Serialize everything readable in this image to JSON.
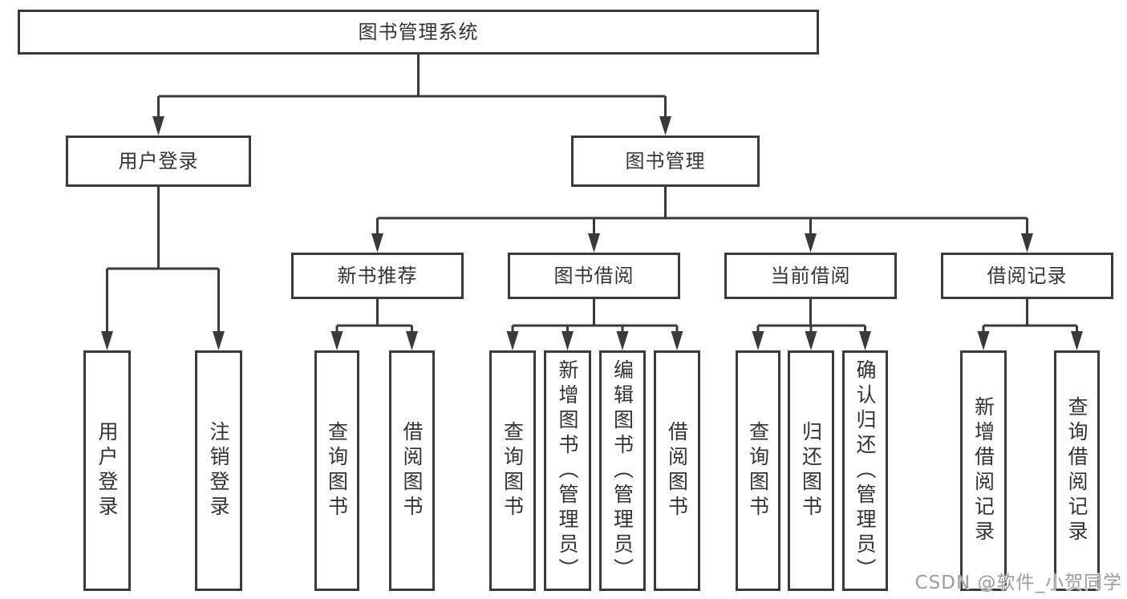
{
  "diagram": {
    "root": {
      "label": "图书管理系统"
    },
    "level2": [
      {
        "label": "用户登录"
      },
      {
        "label": "图书管理"
      }
    ],
    "level3": [
      {
        "label": "新书推荐"
      },
      {
        "label": "图书借阅"
      },
      {
        "label": "当前借阅"
      },
      {
        "label": "借阅记录"
      }
    ],
    "leaves": {
      "user_login": [
        "用户登录",
        "注销登录"
      ],
      "new_book_recommend": [
        "查询图书",
        "借阅图书"
      ],
      "book_borrowing": [
        "查询图书",
        "新增图书（管理员）",
        "编辑图书（管理员）",
        "借阅图书"
      ],
      "current_borrowing": [
        "查询图书",
        "归还图书",
        "确认归还（管理员）"
      ],
      "borrowing_records": [
        "新增借阅记录",
        "查询借阅记录"
      ]
    }
  },
  "watermark": {
    "text": "CSDN @软件_小贺同学",
    "color": "#9d9d9d"
  },
  "colors": {
    "line": "#3a3a3a",
    "box_border": "#3a3a3a",
    "text": "#333333",
    "background": "#ffffff"
  }
}
